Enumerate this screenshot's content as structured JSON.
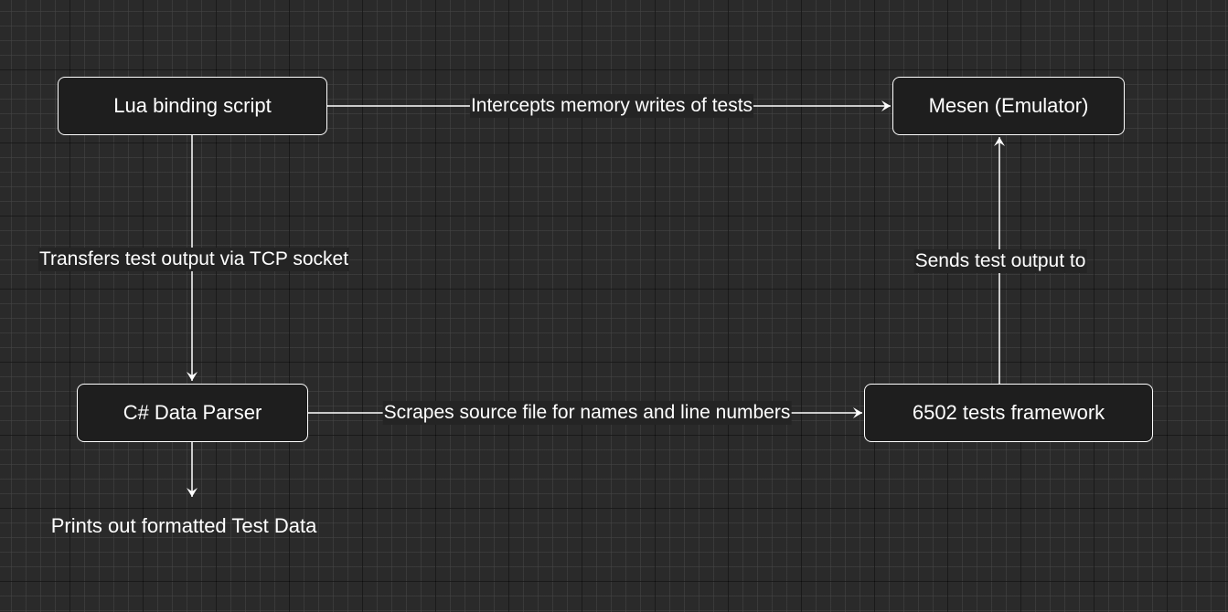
{
  "diagram": {
    "nodes": {
      "lua": "Lua binding script",
      "mesen": "Mesen (Emulator)",
      "parser": "C# Data Parser",
      "framework": "6502 tests framework"
    },
    "edges": {
      "lua_to_mesen": "Intercepts memory writes of tests",
      "lua_to_parser": "Transfers test output via TCP socket",
      "framework_to_mesen": "Sends test output to",
      "parser_to_framework": "Scrapes source file for names and line numbers"
    },
    "output_text": "Prints out formatted Test Data",
    "colors": {
      "background": "#2a2a2a",
      "stroke": "#ffffff",
      "text": "#ffffff"
    }
  }
}
